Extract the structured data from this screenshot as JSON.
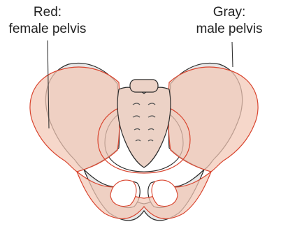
{
  "labels": {
    "female": {
      "line1": "Red:",
      "line2": "female pelvis"
    },
    "male": {
      "line1": "Gray:",
      "line2": "male pelvis"
    }
  },
  "colors": {
    "female_fill": "#f3c7b6",
    "female_outline": "#d9452f",
    "male_fill": "#e6e6e6",
    "male_outline": "#2b2b2b",
    "leader_line": "#333333"
  }
}
